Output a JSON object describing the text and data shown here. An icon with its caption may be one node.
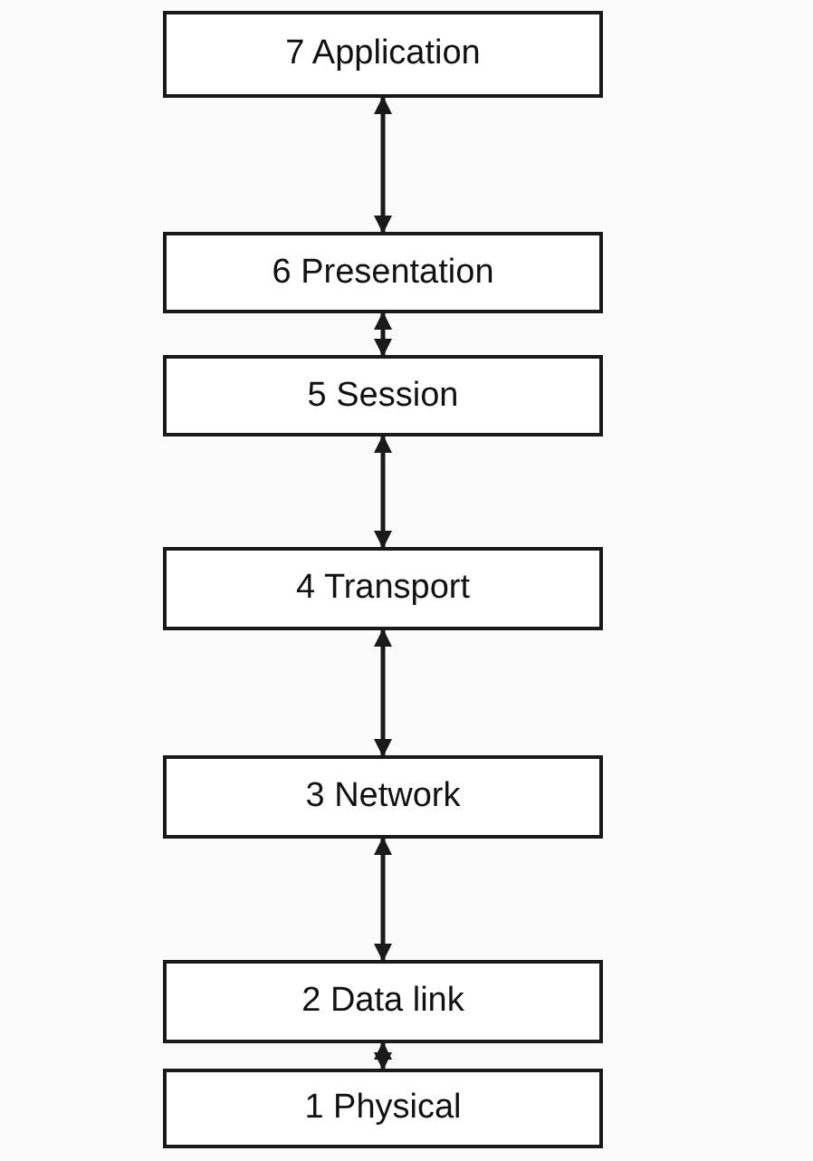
{
  "diagram": {
    "nodes": [
      {
        "text": [
          "7 Application"
        ]
      },
      {
        "text": [
          "6 Presentation"
        ]
      },
      {
        "text": [
          "5 Session"
        ]
      },
      {
        "text": [
          "4 Transport"
        ]
      },
      {
        "text": [
          "3 Network"
        ]
      },
      {
        "text": [
          "2 Data link"
        ]
      },
      {
        "text": [
          "1 Physical"
        ]
      }
    ],
    "edges": [
      {
        "from": 0,
        "to": 1,
        "arrow": "both"
      },
      {
        "from": 1,
        "to": 2,
        "arrow": "both"
      },
      {
        "from": 2,
        "to": 3,
        "arrow": "both"
      },
      {
        "from": 3,
        "to": 4,
        "arrow": "both"
      },
      {
        "from": 4,
        "to": 5,
        "arrow": "both"
      },
      {
        "from": 5,
        "to": 6,
        "arrow": "both"
      }
    ]
  }
}
